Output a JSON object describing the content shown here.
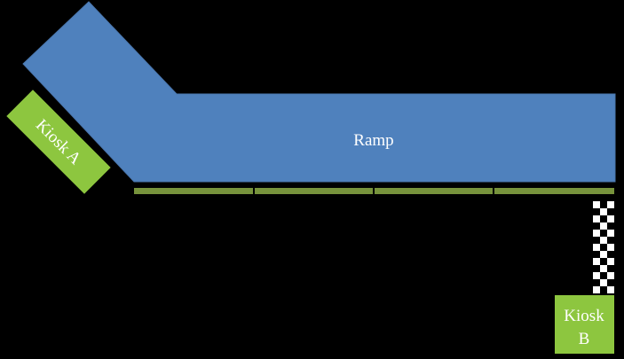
{
  "diagram": {
    "ramp_label": "Ramp",
    "kiosk_a_label": "Kiosk A",
    "kiosk_b_line1": "Kiosk",
    "kiosk_b_line2": "B"
  },
  "colors": {
    "background": "#000000",
    "ramp": "#4f81bd",
    "kiosk": "#8dc63f",
    "rail": "#77933c",
    "checker_light": "#ffffff",
    "checker_dark": "#000000"
  }
}
